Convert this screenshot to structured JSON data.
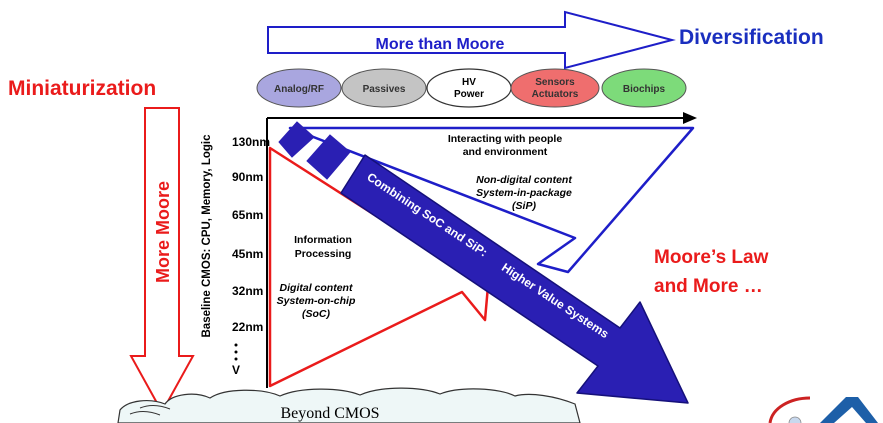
{
  "header": {
    "more_than_moore": "More than Moore",
    "diversification": "Diversification"
  },
  "left": {
    "miniaturization": "Miniaturization",
    "more_moore": "More Moore",
    "baseline": "Baseline CMOS:  CPU, Memory, Logic"
  },
  "nodes": [
    "130nm",
    "90nm",
    "65nm",
    "45nm",
    "32nm",
    "22nm",
    "V"
  ],
  "ellipses": [
    {
      "label": "Analog/RF",
      "fill": "#a9a6df"
    },
    {
      "label": "Passives",
      "fill": "#c4c4c4"
    },
    {
      "label": "HV\nPower",
      "fill": "#ffffff"
    },
    {
      "label": "Sensors\nActuators",
      "fill": "#ef6e6e"
    },
    {
      "label": "Biochips",
      "fill": "#7ddb7a"
    }
  ],
  "blue_triangle": {
    "line1": "Interacting with people",
    "line2": "and environment",
    "line3": "Non-digital content",
    "line4": "System-in-package",
    "line5": "(SiP)"
  },
  "red_triangle": {
    "line1": "Information",
    "line2": "Processing",
    "line3": "Digital content",
    "line4": "System-on-chip",
    "line5": "(SoC)"
  },
  "big_arrow": {
    "line1": "Combining SoC and SiP:",
    "line2": "Higher Value Systems"
  },
  "moores_law": {
    "line1": "Moore’s Law",
    "line2": "and More …"
  },
  "cloud": {
    "label": "Beyond CMOS"
  },
  "colors": {
    "red": "#ea1b1b",
    "blue": "#1e1ec8",
    "navy": "#2a1fb3",
    "accent_blue": "#1a2fbf"
  }
}
